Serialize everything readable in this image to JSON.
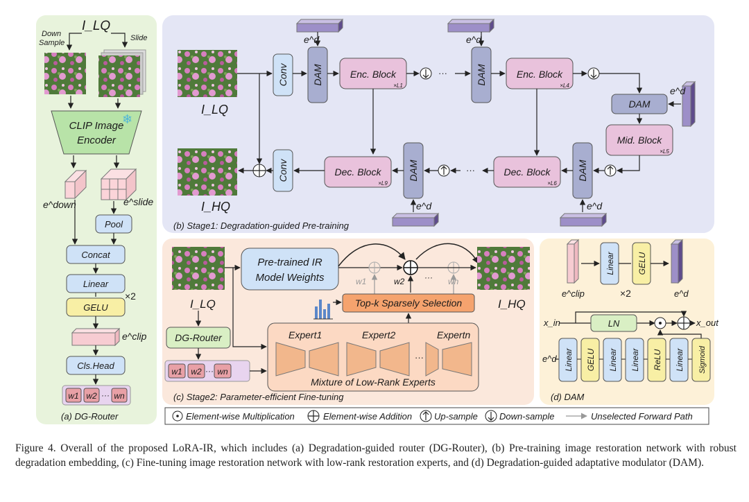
{
  "panel_a": {
    "title": "(a) DG-Router",
    "input": "I_LQ",
    "down_label_1": "Down",
    "down_label_2": "Sample",
    "slide_label": "Slide",
    "encoder_line1": "CLIP Image",
    "encoder_line2": "Encoder",
    "e_down": "e^down",
    "e_slide": "e^slide",
    "pool": "Pool",
    "concat": "Concat",
    "linear": "Linear",
    "gelu": "GELU",
    "repeat": "×2",
    "e_clip": "e^clip",
    "cls_head": "Cls.Head",
    "weights": [
      "w1",
      "w2",
      "···",
      "wn"
    ]
  },
  "panel_b": {
    "title": "(b) Stage1: Degradation-guided Pre-training",
    "input": "I_LQ",
    "output": "I_HQ",
    "conv": "Conv",
    "dam": "DAM",
    "e_d": "e^d",
    "enc_block": "Enc. Block",
    "enc_sub_1": "×L1",
    "enc_sub_4": "×L4",
    "mid_block": "Mid. Block",
    "mid_sub": "×L5",
    "dec_block": "Dec. Block",
    "dec_sub_6": "×L6",
    "dec_sub_9": "×L9",
    "dots": "···"
  },
  "panel_c": {
    "title": "(c) Stage2: Parameter-efficient Fine-tuning",
    "input": "I_LQ",
    "output": "I_HQ",
    "pretrained_line1": "Pre-trained IR",
    "pretrained_line2": "Model Weights",
    "router": "DG-Router",
    "topk": "Top-k  Sparsely Selection",
    "experts_title": "Mixture of Low-Rank Experts",
    "expert_1": "Expert1",
    "expert_2": "Expert2",
    "expert_n": "Expertn",
    "weights": [
      "w1",
      "w2",
      "···",
      "wn"
    ],
    "dots": "···"
  },
  "panel_d": {
    "title": "(d) DAM",
    "e_clip": "e^clip",
    "e_d": "e^d",
    "linear": "Linear",
    "gelu": "GELU",
    "relu": "ReLU",
    "sigmoid": "Sigmoid",
    "ln": "LN",
    "repeat": "×2",
    "x_in": "x_in",
    "x_out": "x_out"
  },
  "legend": {
    "mult": "Element-wise Multiplication",
    "add": "Element-wise Addition",
    "up": "Up-sample",
    "down": "Down-sample",
    "unselected": "Unselected Forward Path"
  },
  "caption": "Figure 4. Overall of the proposed LoRA-IR, which includes (a) Degradation-guided router (DG-Router), (b) Pre-training image restoration network with robust degradation embedding, (c) Fine-tuning image restoration network with low-rank restoration experts, and (d) Degradation-guided adaptative modulator (DAM).",
  "colors": {
    "panel_a_bg": "#e8f3dc",
    "panel_b_bg": "#e4e6f5",
    "panel_c_bg": "#fbe8dc",
    "panel_d_bg": "#fdf1d8",
    "blue_box": "#cfe2f7",
    "purple_box": "#e9c2dc",
    "dam_box": "#a8aed0",
    "yellow_box": "#f8efa5",
    "green_box": "#d9efc4",
    "orange_box": "#f5a36e",
    "pink_box": "#e8a0a6",
    "expert_fill": "#f2b78c"
  }
}
